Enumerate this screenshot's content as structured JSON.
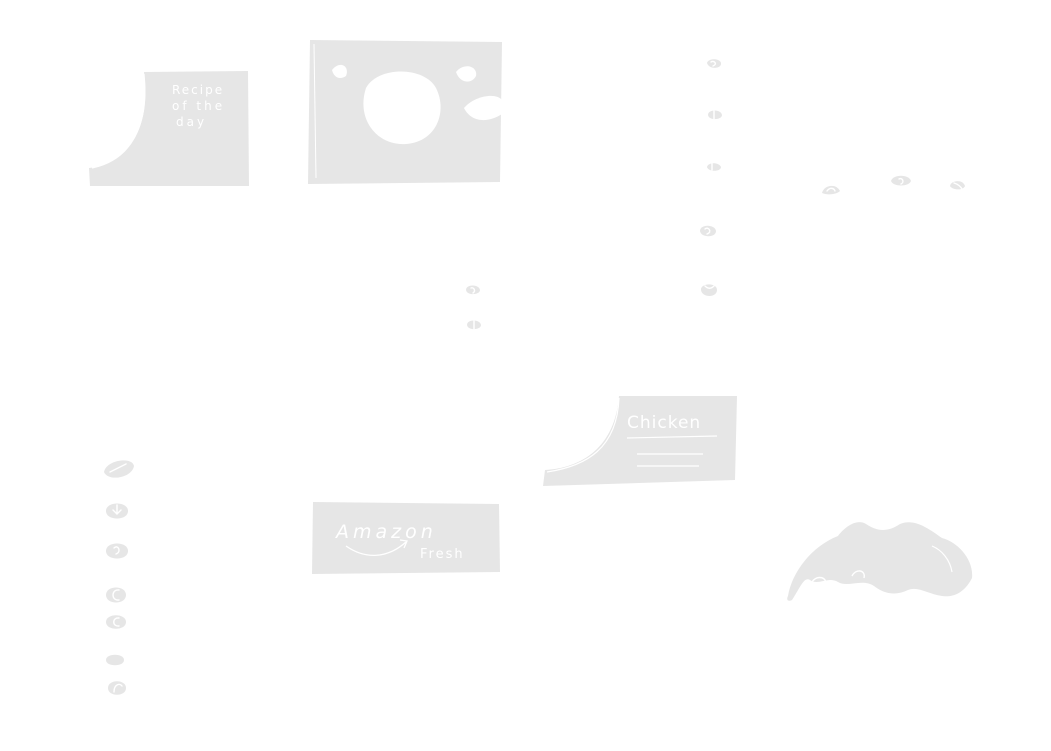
{
  "recipe_card": {
    "line1": "Recipe",
    "line2": "of the",
    "line3": "day"
  },
  "chicken_card": {
    "title": "Chicken"
  },
  "amazon_card": {
    "brand": "Amazon",
    "sub": "Fresh"
  },
  "colors": {
    "sketch_fill": "#e6e6e6",
    "ink": "#ffffff",
    "background": "#ffffff"
  },
  "icons": {
    "photo_placeholder": "image-placeholder-icon",
    "blob": "sketch-blob-icon",
    "scribble_dot": "scribble-dot-icon"
  }
}
